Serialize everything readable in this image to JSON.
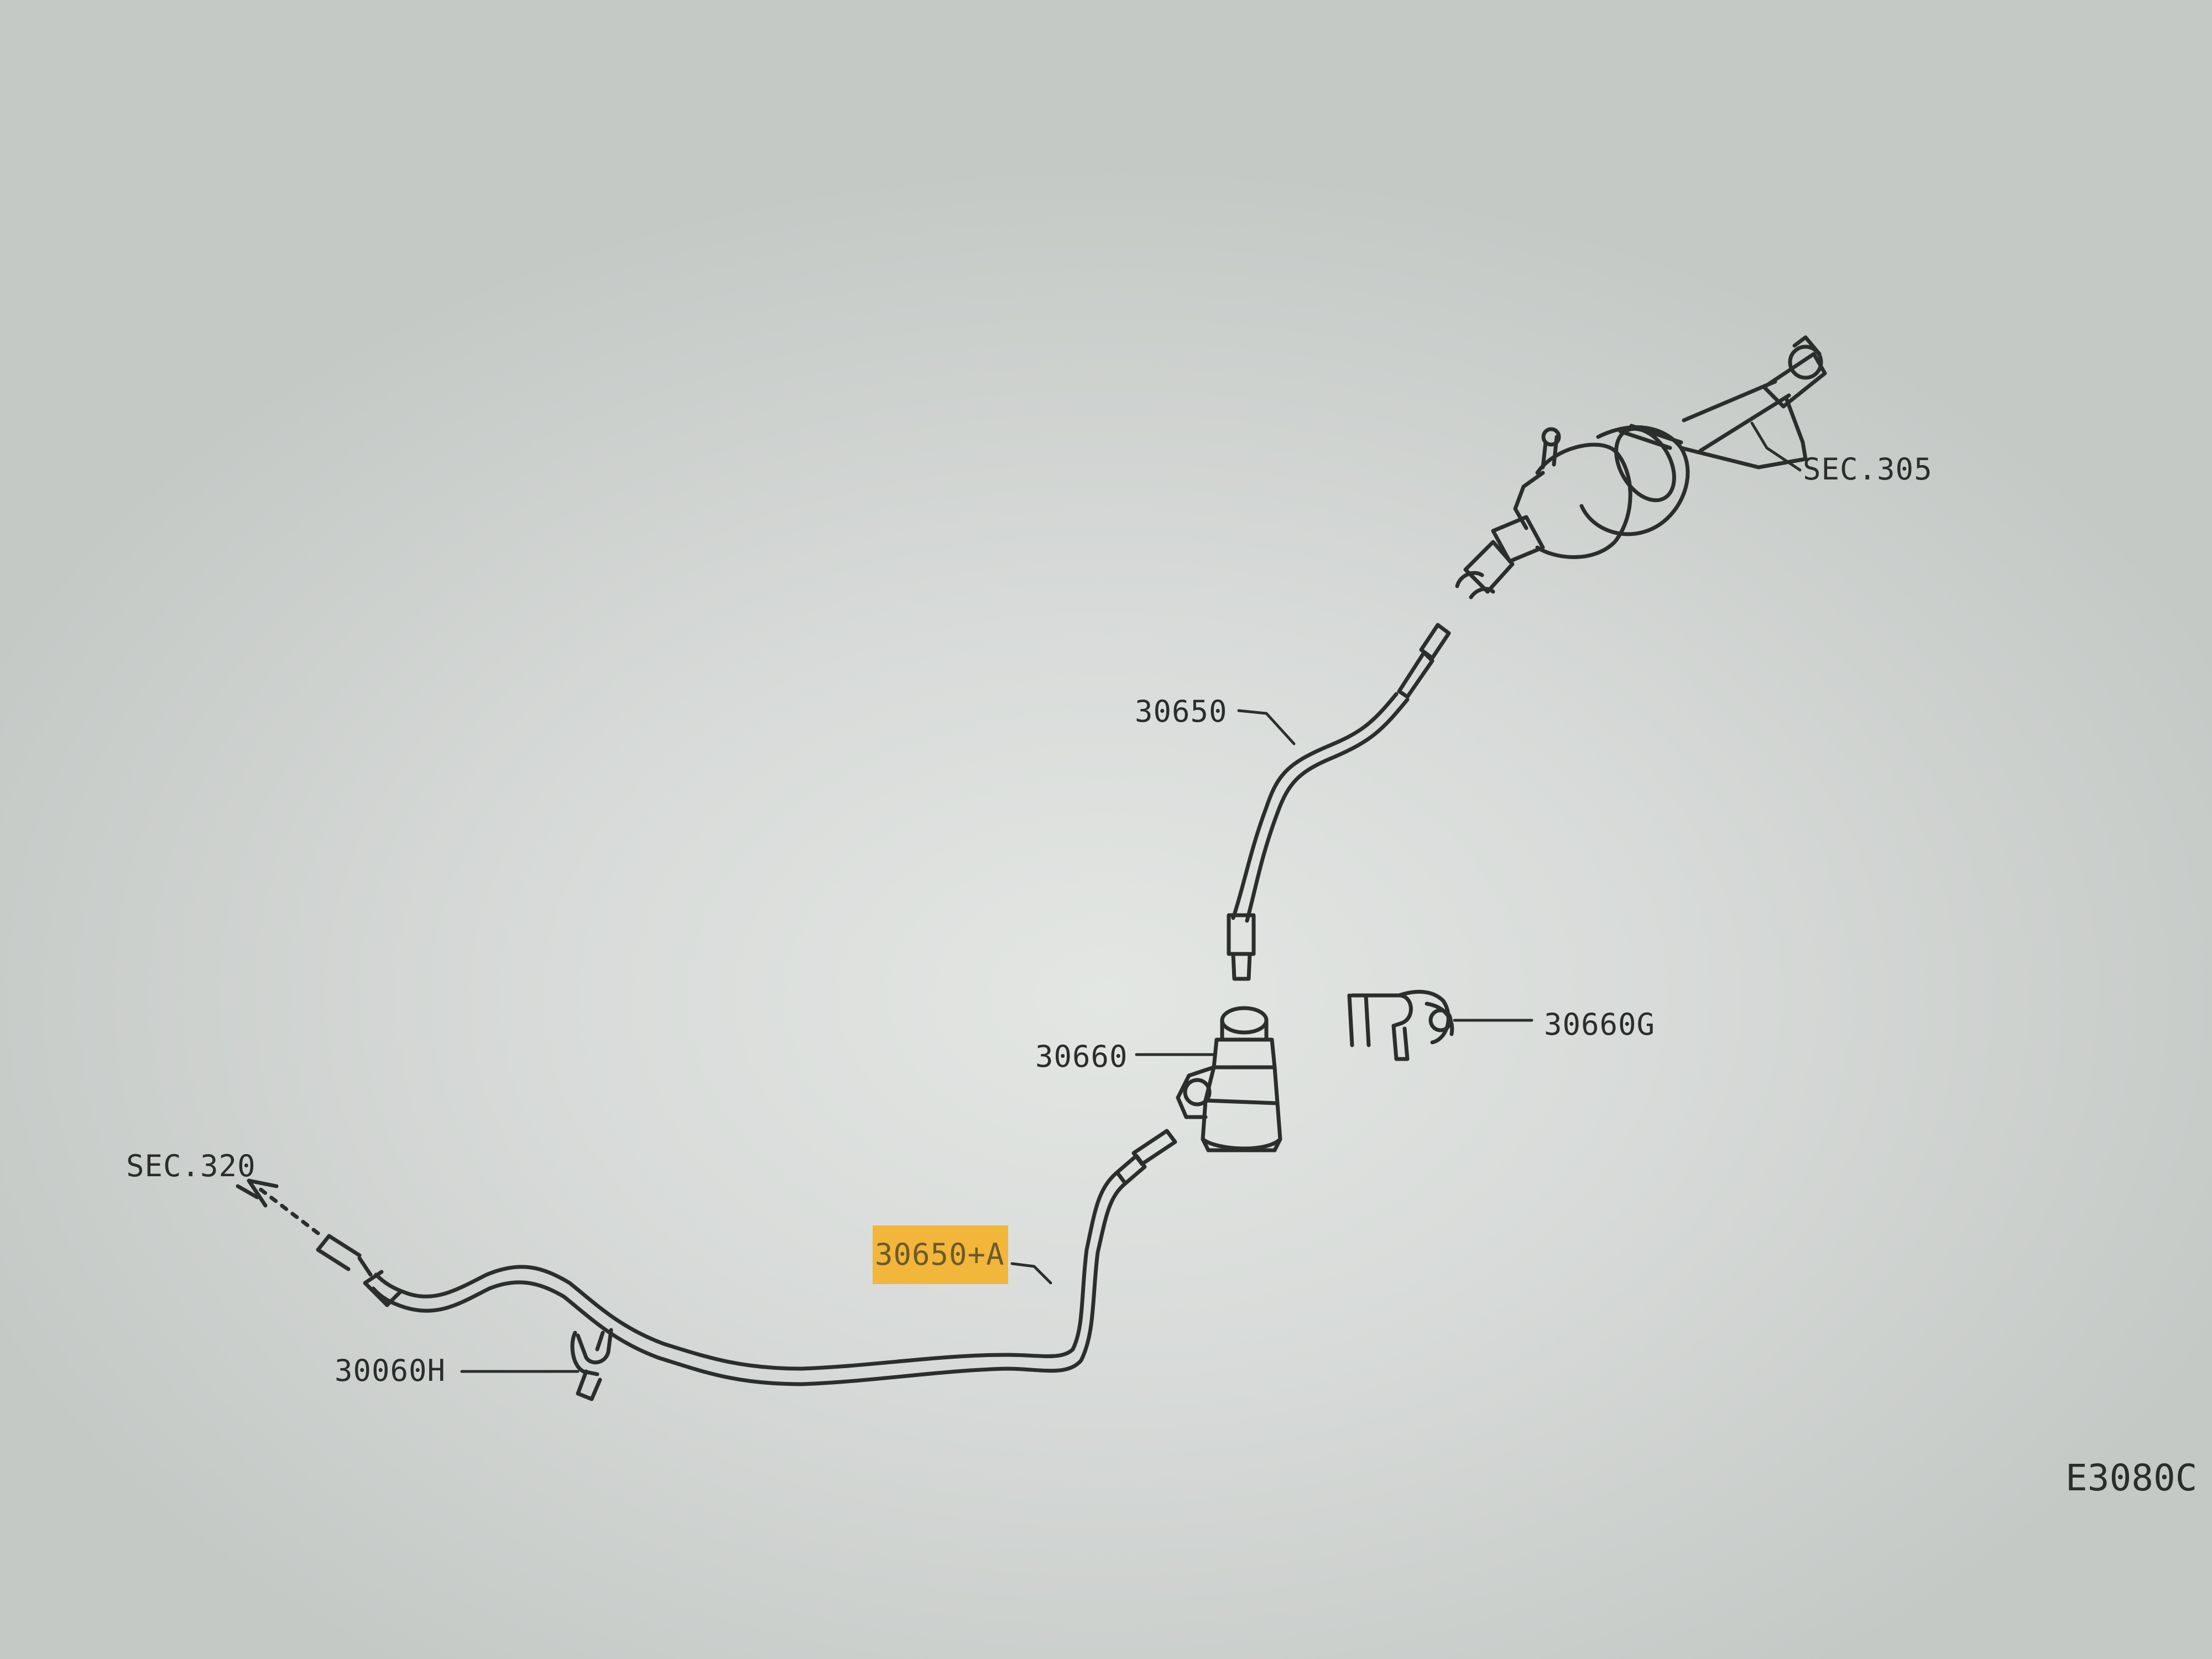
{
  "diagram": {
    "callouts": {
      "master_cylinder": "SEC.305",
      "upper_tube": "30650",
      "bracket": "30660G",
      "damper": "30660",
      "slave_side": "SEC.320",
      "lower_tube": "30650+A",
      "clip": "30060H"
    },
    "highlighted_callout": "30650+A",
    "highlight_color": "#f2b63a",
    "reference_code": "E3080C"
  }
}
